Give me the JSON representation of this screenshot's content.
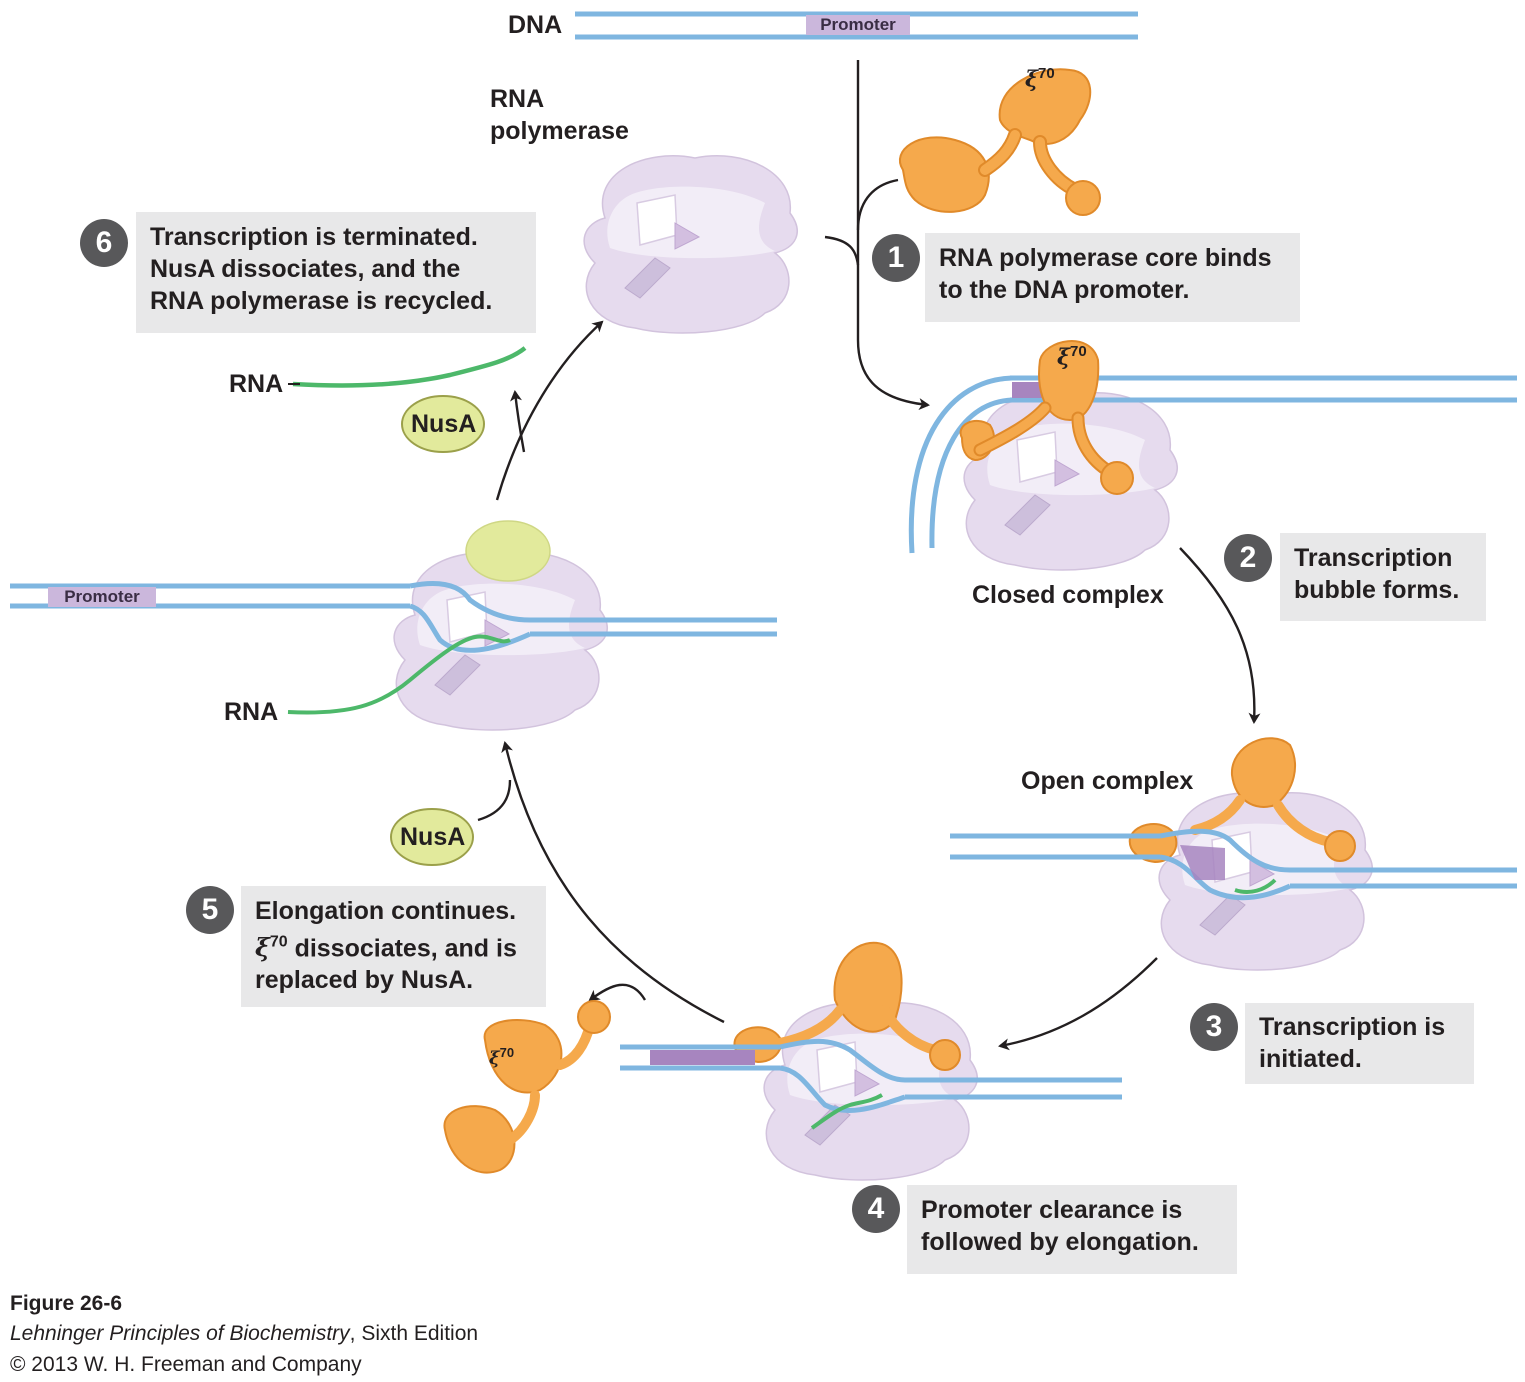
{
  "labels": {
    "dna": "DNA",
    "promoter": "Promoter",
    "rna_polymerase": "RNA polymerase",
    "closed_complex": "Closed complex",
    "open_complex": "Open complex",
    "rna": "RNA",
    "nusa": "NusA",
    "sigma_symbol": "ξ",
    "sigma_number": "70"
  },
  "steps": [
    {
      "number": "1",
      "lines": [
        "RNA polymerase core binds",
        "to the DNA promoter."
      ]
    },
    {
      "number": "2",
      "lines": [
        "Transcription",
        "bubble forms."
      ]
    },
    {
      "number": "3",
      "lines": [
        "Transcription is",
        "initiated."
      ]
    },
    {
      "number": "4",
      "lines": [
        "Promoter clearance is",
        "followed by elongation."
      ]
    },
    {
      "number": "5",
      "lines": [
        "Elongation continues.",
        "dissociates, and is",
        "replaced by NusA."
      ]
    },
    {
      "number": "6",
      "lines": [
        "Transcription is terminated.",
        "NusA dissociates, and the",
        "RNA polymerase is recycled."
      ]
    }
  ],
  "caption": {
    "figure": "Figure 26-6",
    "book": "Lehninger Principles of Biochemistry",
    "edition": ", Sixth Edition",
    "copyright": "© 2013 W. H. Freeman and Company"
  },
  "colors": {
    "dna": "#7fb6e0",
    "promoter": "#a785bf",
    "sigma": "#f5a94c",
    "polymerase": "#e6dbee",
    "rna": "#4db86a",
    "nusa": "#e2ea9c",
    "step_box": "#e8e8e9",
    "step_number": "#58585a"
  }
}
